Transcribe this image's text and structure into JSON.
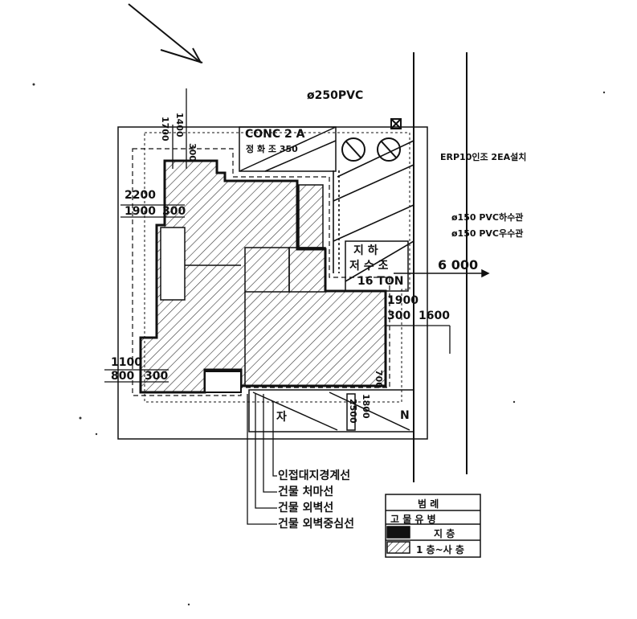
{
  "labels": {
    "pvc250": "ø250PVC",
    "conc": "CONC 2 A",
    "conc_sub": "정 화 조 350",
    "erp_note": "ERP10인조 2EA설치",
    "dim_2200": "2200",
    "dim_1900": "1900",
    "dim_300a": "300",
    "dim_1700": "1700",
    "dim_1400": "1400",
    "dim_300b": "300",
    "pvc150_sewer": "ø150 PVC하수관",
    "pvc150_rain": "ø150 PVC우수관",
    "tank_title": "지 하",
    "tank_line2": "저 수 조",
    "tank_line3": "16 TON",
    "dim_6000": "6 000",
    "dim_1900r": "1900",
    "dim_300r": "300",
    "dim_1600": "1600",
    "dim_1100": "1100",
    "dim_800": "800",
    "dim_300c": "300",
    "dim_2500": "2500",
    "dim_1800": "1800",
    "dim_700": "700",
    "corner_ja": "자",
    "corner_n": "N"
  },
  "leaders": [
    "인접대지경계선",
    "건물 처마선",
    "건물 외벽선",
    "건물 외벽중심선"
  ],
  "legend": {
    "title": "범 례",
    "row1": "고 물 유 병",
    "row2": "지 층",
    "row3": "1 층~사 층"
  },
  "colors": {
    "ink": "#1a1a1a",
    "paper": "#ffffff"
  }
}
